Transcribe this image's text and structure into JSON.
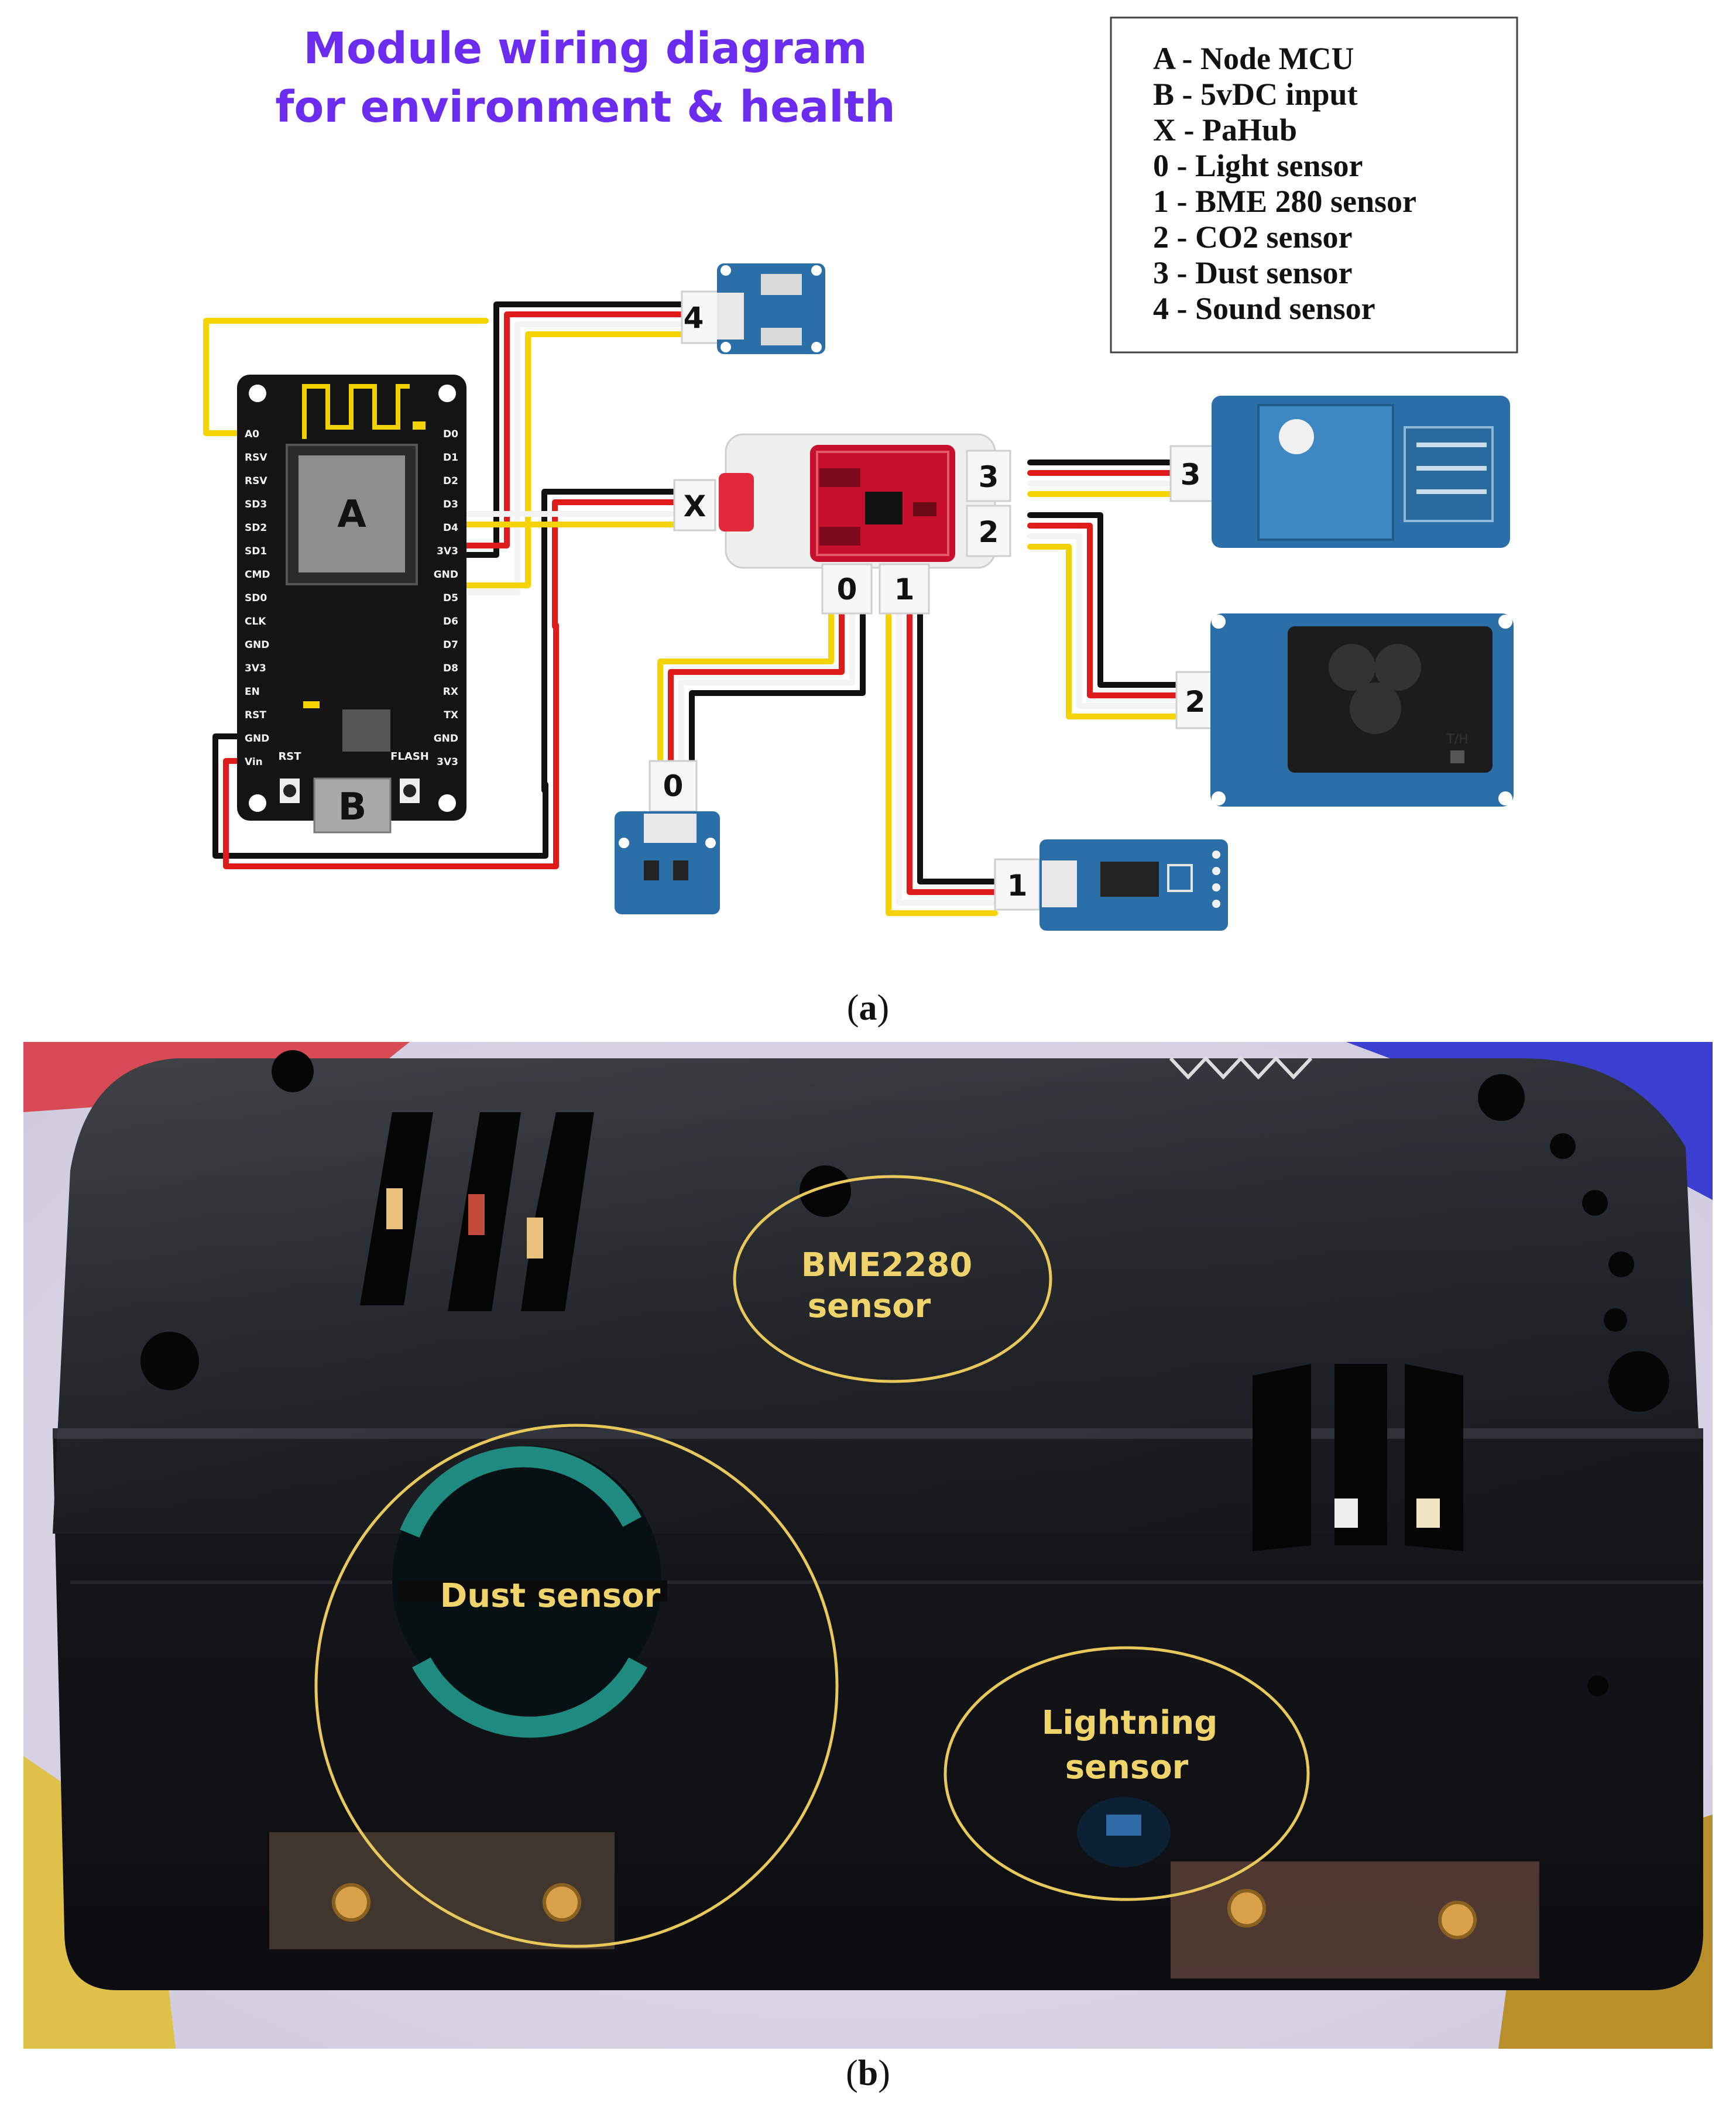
{
  "title": {
    "line1": "Module wiring diagram",
    "line2": "for environment & health"
  },
  "legend": {
    "items": [
      "A - Node MCU",
      "B - 5vDC input",
      "X - PaHub",
      "0  - Light sensor",
      "1  - BME 280 sensor",
      "2  - CO2 sensor",
      "3  - Dust sensor",
      "4  - Sound sensor"
    ]
  },
  "board": {
    "chip_label": "A",
    "power_label": "B",
    "left_pins": [
      "A0",
      "RSV",
      "RSV",
      "SD3",
      "SD2",
      "SD1",
      "CMD",
      "SD0",
      "CLK",
      "GND",
      "3V3",
      "EN",
      "RST",
      "GND",
      "Vin"
    ],
    "right_pins": [
      "D0",
      "D1",
      "D2",
      "D3",
      "D4",
      "3V3",
      "GND",
      "D5",
      "D6",
      "D7",
      "D8",
      "RX",
      "TX",
      "GND",
      "3V3"
    ],
    "rst_button": "RST",
    "flash_button": "FLASH"
  },
  "hub": {
    "port_x": "X",
    "port_0": "0",
    "port_1": "1",
    "port_2": "2",
    "port_3": "3"
  },
  "sensor_tags": {
    "sound": "4",
    "dust": "3",
    "co2": "2",
    "light": "0",
    "bme": "1"
  },
  "co2_marking": "T/H",
  "caption_a": "a",
  "caption_b": "b",
  "photo_labels": {
    "bme_line1": "BME2280",
    "bme_line2": "sensor",
    "dust": "Dust sensor",
    "light_line1": "Lightning",
    "light_line2": "sensor"
  },
  "colors": {
    "title": "#6b2cf0",
    "board": "#141414",
    "hub_red": "#c8102e",
    "sensor_blue": "#2a6fa8",
    "wire_red": "#e01b1b",
    "wire_yellow": "#f5d300",
    "wire_black": "#111111",
    "photo_circle": "#e8c85a"
  }
}
